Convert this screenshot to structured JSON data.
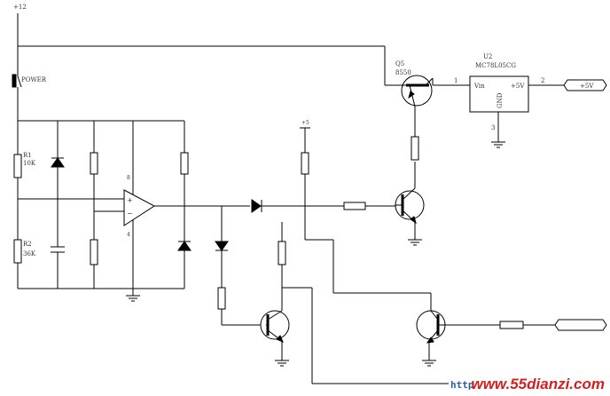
{
  "labels": {
    "rail_12": "+12",
    "power": "POWER",
    "r1_name": "R1",
    "r1_val": "10K",
    "r2_name": "R2",
    "r2_val": "36K",
    "q5_name": "Q5",
    "q5_part": "8550",
    "u2_name": "U2",
    "u2_part": "MC78L05CG",
    "vin": "Vin",
    "vout": "+5V",
    "gnd": "GND",
    "pin1": "1",
    "pin2": "2",
    "pin3": "3",
    "out_5v": "+5V",
    "plus_rail": "+5",
    "opamp_plus": "+",
    "opamp_minus": "−",
    "opamp_top_pin": "8",
    "opamp_bot_pin": "4"
  },
  "watermark": {
    "http": "http",
    "site": "www.55dianzi.com"
  },
  "colors": {
    "wire": "#000000",
    "text": "#333333",
    "watermark": "#d22020"
  }
}
